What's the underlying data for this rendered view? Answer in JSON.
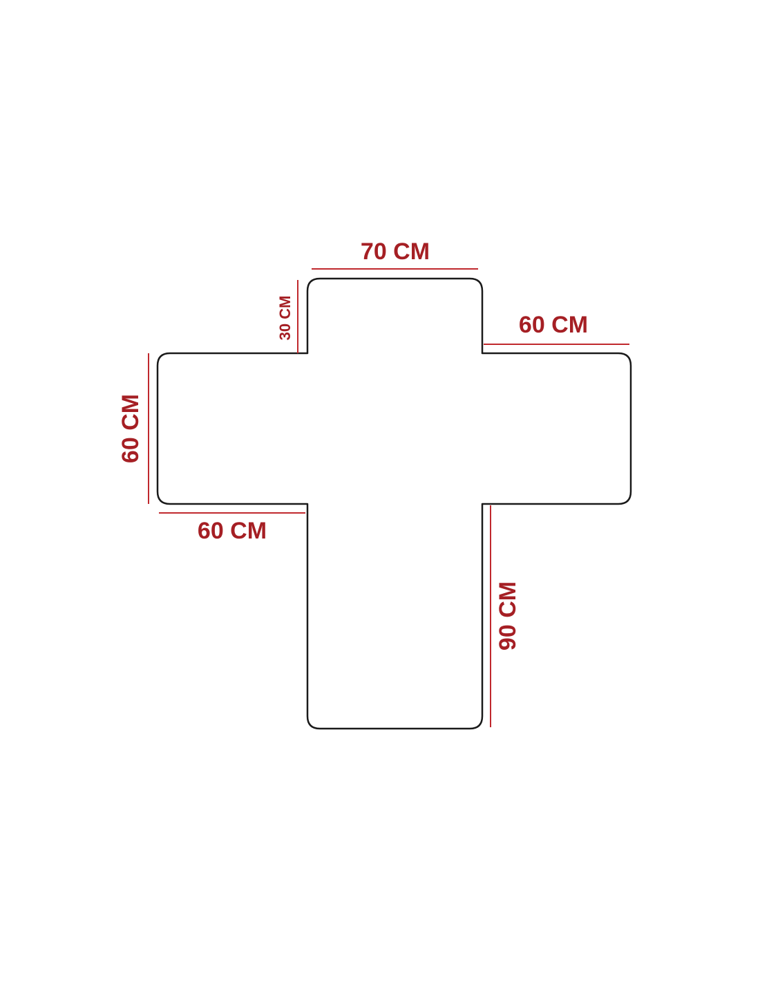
{
  "diagram": {
    "outline_color": "#1a1a1a",
    "dimension_color": "#a51f24",
    "dimensions": {
      "top_width": "70 CM",
      "top_arm_height": "30 CM",
      "right_arm_length": "60 CM",
      "left_arm_height": "60 CM",
      "left_arm_length": "60 CM",
      "bottom_height": "90 CM"
    }
  }
}
